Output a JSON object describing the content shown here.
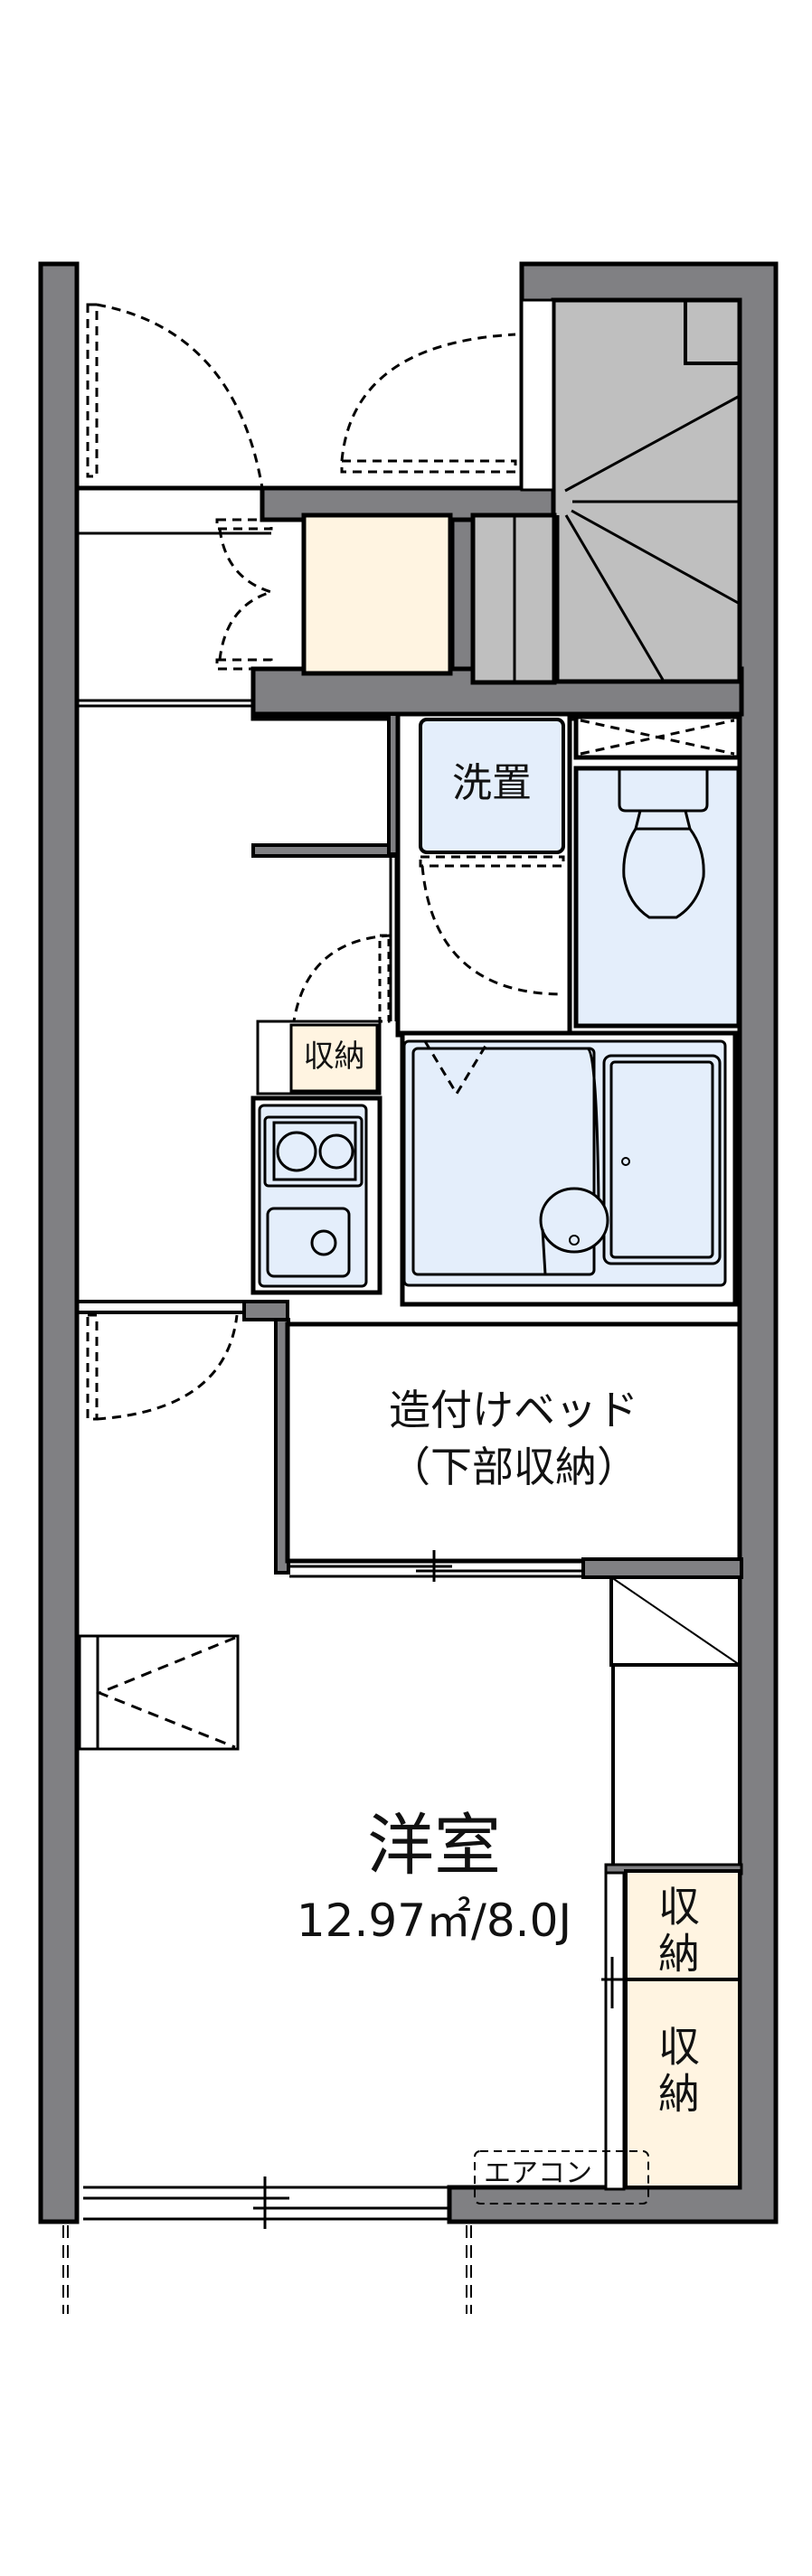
{
  "plan": {
    "type": "apartment floor plan",
    "colors": {
      "wall": "#808083",
      "stair": "#bfbfbf",
      "storage": "#fff4e1",
      "wet_area": "#e4eefb",
      "line": "#000000",
      "background": "#ffffff"
    }
  },
  "rooms": {
    "washer": {
      "label": "洗置"
    },
    "kitchen_storage": {
      "label": "収納"
    },
    "bed": {
      "line1": "造付けベッド",
      "line2": "（下部収納）"
    },
    "western_room": {
      "label": "洋室",
      "area": "12.97㎡/8.0J"
    },
    "closet_upper": {
      "label": "収納"
    },
    "closet_lower": {
      "label": "収納"
    },
    "aircon": {
      "label": "エアコン"
    }
  }
}
